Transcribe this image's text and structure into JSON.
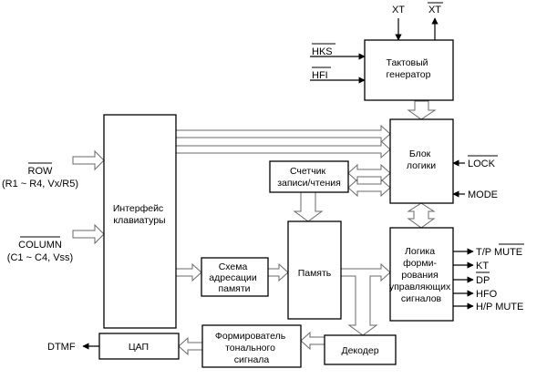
{
  "blocks": {
    "clock_generator": [
      "Тактовый",
      "генератор"
    ],
    "logic_block": [
      "Блок",
      "логики"
    ],
    "keyboard_interface": [
      "Интерфейс",
      "клавиатуры"
    ],
    "rw_counter": [
      "Счетчик",
      "записи/чтения"
    ],
    "address_scheme": [
      "Схема",
      "адресации",
      "памяти"
    ],
    "memory": [
      "Память"
    ],
    "control_logic": [
      "Логика",
      "форми-",
      "рования",
      "управляющих",
      "сигналов"
    ],
    "decoder": [
      "Декодер"
    ],
    "tone_shaper": [
      "Формирователь",
      "тонального",
      "сигнала"
    ],
    "dac": [
      "ЦАП"
    ]
  },
  "signals": {
    "xt": "XT",
    "xt_bar": "XT",
    "hks": "HKS",
    "hfi": "HFI",
    "lock": "LOCK",
    "mode": "MODE",
    "row": "ROW",
    "row_desc": "(R1 ~ R4, Vx/R5)",
    "column": "COLUMN",
    "column_desc": "(C1 ~ C4, Vss)",
    "tp_mute": "T/P MUTE",
    "kt": "KT",
    "dp": "DP",
    "hfo": "HFO",
    "hp_mute": "H/P MUTE",
    "dtmf": "DTMF"
  }
}
